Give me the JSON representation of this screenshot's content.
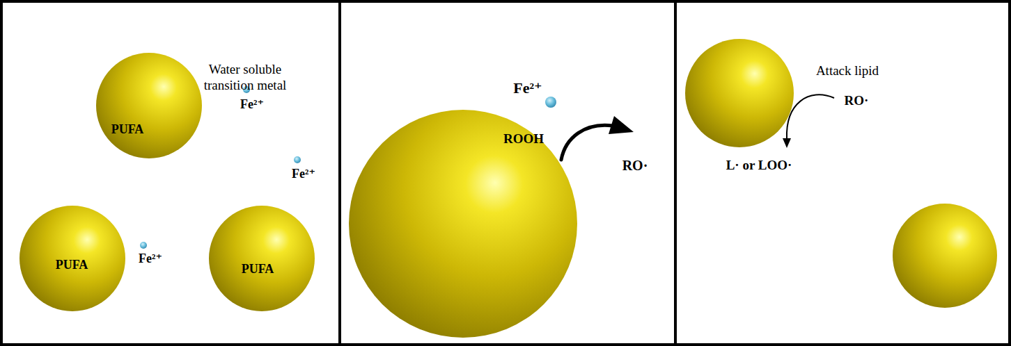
{
  "diagram": {
    "nodes": [
      {
        "text": [
          "Water soluble transition metal",
          "Fe²⁺",
          "Fe²⁺",
          "Fe²⁺"
        ]
      },
      {
        "text": [
          "PUFA"
        ],
        "in": 0
      },
      {
        "text": [
          "PUFA"
        ],
        "in": 0
      },
      {
        "text": [
          "PUFA"
        ],
        "in": 0
      },
      {
        "text": [
          "Fe²⁺",
          "RO·"
        ]
      },
      {
        "text": [
          "ROOH"
        ],
        "in": 4
      },
      {
        "text": [
          "Attack lipid",
          "RO·",
          "L· or LOO·"
        ]
      }
    ]
  }
}
